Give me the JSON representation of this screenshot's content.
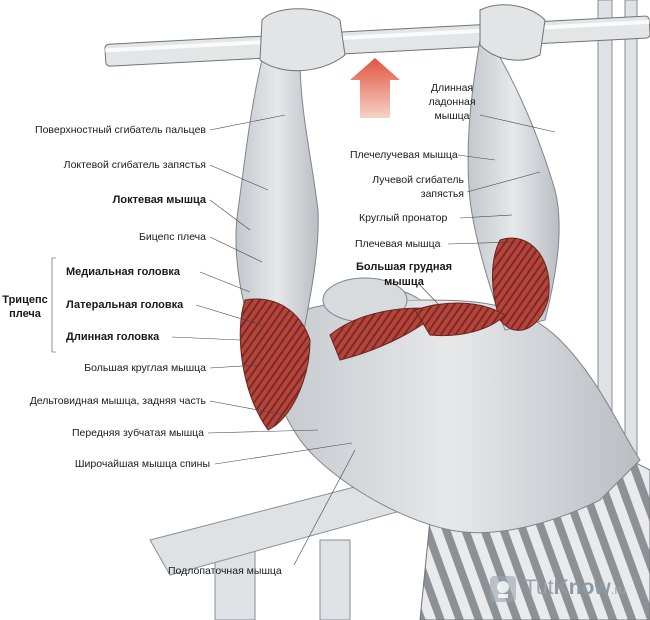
{
  "labels": {
    "superficial_flexor": "Поверхностный сгибатель пальцев",
    "flexor_carpi_ulnaris": "Локтевой сгибатель запястья",
    "anconeus": "Локтевая мышца",
    "biceps": "Бицепс плеча",
    "triceps_title_1": "Трицепс",
    "triceps_title_2": "плеча",
    "medial_head": "Медиальная головка",
    "lateral_head": "Латеральная головка",
    "long_head": "Длинная головка",
    "teres_major": "Большая круглая мышца",
    "rear_deltoid": "Дельтовидная мышца, задняя часть",
    "serratus": "Передняя зубчатая  мышца",
    "latissimus": "Широчайшая мышца спины",
    "subscapularis": "Подлопаточная мышца",
    "palmaris_1": "Длинная",
    "palmaris_2": "ладонная",
    "palmaris_3": "мышца",
    "brachioradialis": "Плечелучевая  мышца",
    "flexor_radialis_1": "Лучевой сгибатель",
    "flexor_radialis_2": "запястья",
    "pronator": "Круглый пронатор",
    "brachialis": "Плечевая  мышца",
    "pectoralis_1": "Большая грудная",
    "pectoralis_2": "мышца"
  },
  "watermark": {
    "tut": "Tut",
    "know": "Know",
    "ru": ".ru"
  },
  "colors": {
    "muscle_red": "#b5443c",
    "muscle_dark": "#7a2a25",
    "skin_gray": "#cfd3d6",
    "arrow_red": "#d9533f"
  }
}
